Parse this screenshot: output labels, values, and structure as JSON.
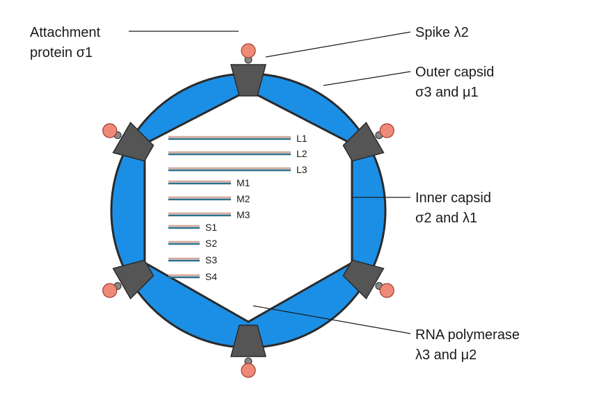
{
  "colors": {
    "capsid_blue": "#1b8fe6",
    "outline": "#2a2a2a",
    "spike_gray": "#555555",
    "attachment_pink": "#f08a78",
    "rna_blue": "#2d6f8a",
    "rna_pink": "#d6a89c"
  },
  "labels": {
    "attachment_line1": "Attachment",
    "attachment_line2": "protein σ1",
    "spike": "Spike λ2",
    "outer_line1": "Outer capsid",
    "outer_line2": "σ3 and μ1",
    "inner_line1": "Inner capsid",
    "inner_line2": "σ2 and λ1",
    "polymerase_line1": "RNA polymerase",
    "polymerase_line2": "λ3 and μ2"
  },
  "segments": [
    "L1",
    "L2",
    "L3",
    "M1",
    "M2",
    "M3",
    "S1",
    "S2",
    "S3",
    "S4"
  ]
}
